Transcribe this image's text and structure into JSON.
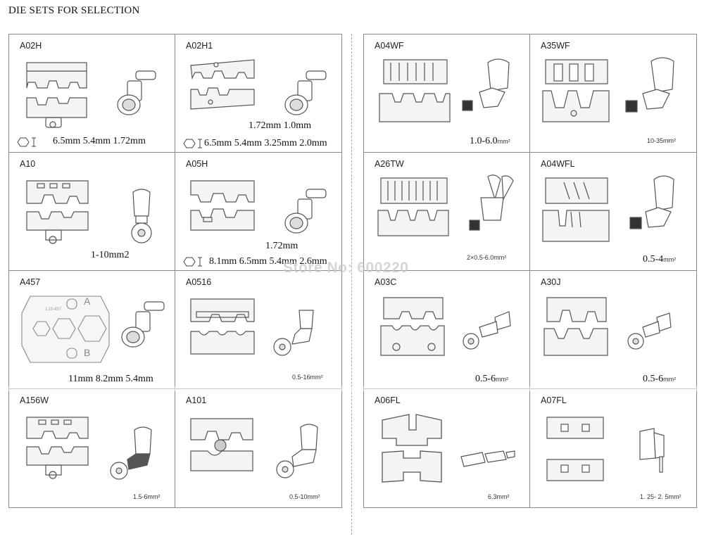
{
  "page_title": "DIE SETS FOR SELECTION",
  "watermark": "Store No: 600220",
  "left_cells": {
    "a02h": {
      "name": "A02H",
      "sizes": "6.5mm 5.4mm 1.72mm"
    },
    "a02h1": {
      "name": "A02H1",
      "sizes_top": "1.72mm 1.0mm",
      "sizes": "6.5mm 5.4mm 3.25mm 2.0mm"
    },
    "a10": {
      "name": "A10",
      "sizes": "1-10mm2"
    },
    "a05h": {
      "name": "A05H",
      "sizes_top": "1.72mm",
      "sizes": "8.1mm 6.5mm 5.4mm 2.6mm"
    },
    "a457": {
      "name": "A457",
      "sizes": "11mm 8.2mm 5.4mm",
      "die_label": "L10-457",
      "mark_a": "A",
      "mark_b": "B"
    },
    "a0516": {
      "name": "A0516",
      "sizes": "0.5-16mm²"
    },
    "a156w": {
      "name": "A156W",
      "sizes": "1.5-6mm²"
    },
    "a101": {
      "name": "A101",
      "sizes": "0.5-10mm²"
    }
  },
  "right_cells": {
    "a04wf": {
      "name": "A04WF",
      "size_main": "1.0-6.0",
      "size_unit": "mm²"
    },
    "a35wf": {
      "name": "A35WF",
      "sizes": "10-35mm²"
    },
    "a26tw": {
      "name": "A26TW",
      "sizes": "2×0.5-6.0mm²"
    },
    "a04wfl": {
      "name": "A04WFL",
      "size_main": "0.5-4",
      "size_unit": "mm²"
    },
    "a03c": {
      "name": "A03C",
      "size_main": "0.5-6",
      "size_unit": "mm²"
    },
    "a30j": {
      "name": "A30J",
      "size_main": "0.5-6",
      "size_unit": "mm²"
    },
    "a06fl": {
      "name": "A06FL",
      "sizes": "6.3mm²"
    },
    "a07fl": {
      "name": "A07FL",
      "sizes": "1. 25- 2. 5mm²"
    }
  }
}
